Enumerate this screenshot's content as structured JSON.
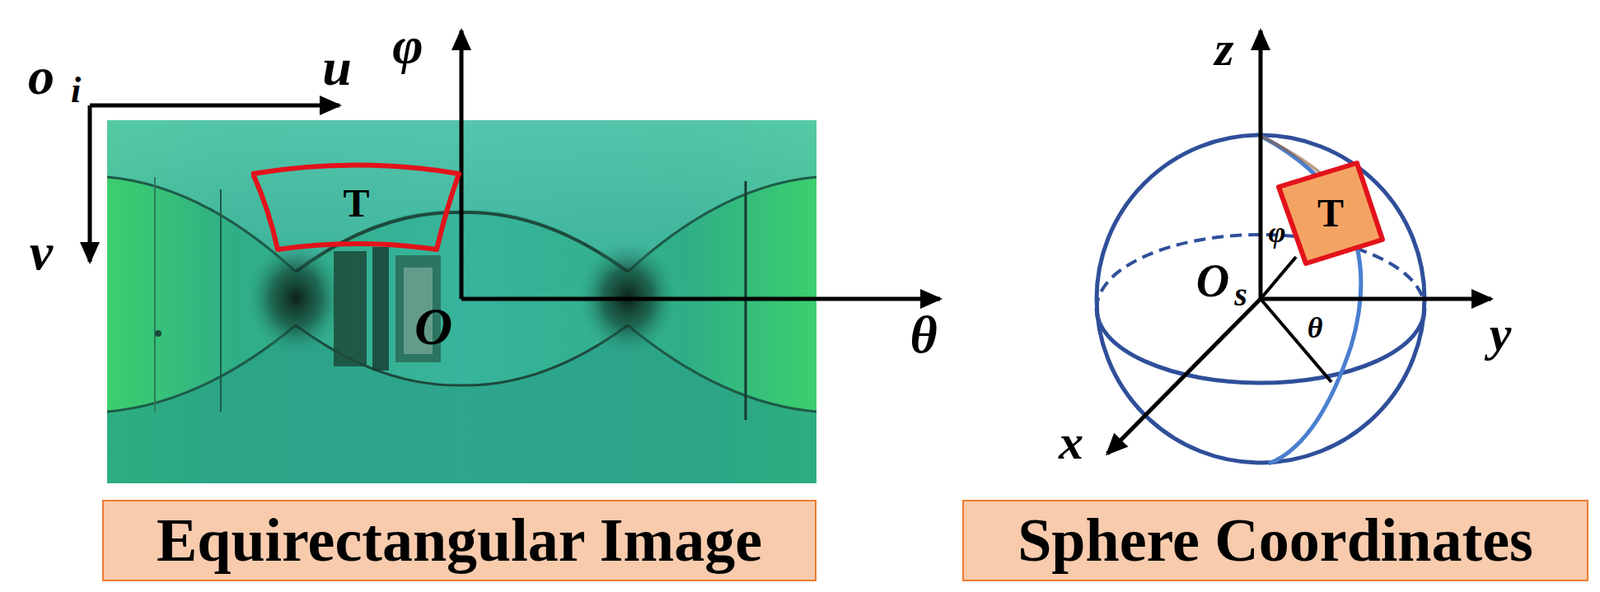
{
  "diagram": {
    "nodes": [
      {
        "text": [
          "T"
        ]
      },
      {
        "text": [
          "Equirectangular Image"
        ]
      },
      {
        "text": [
          "T"
        ]
      },
      {
        "text": [
          "Sphere Coordinates"
        ]
      }
    ],
    "labels": [
      "o",
      "i",
      "u",
      "v",
      "φ",
      "O",
      "θ",
      "z",
      "x",
      "y",
      "O",
      "s",
      "φ",
      "θ"
    ]
  }
}
